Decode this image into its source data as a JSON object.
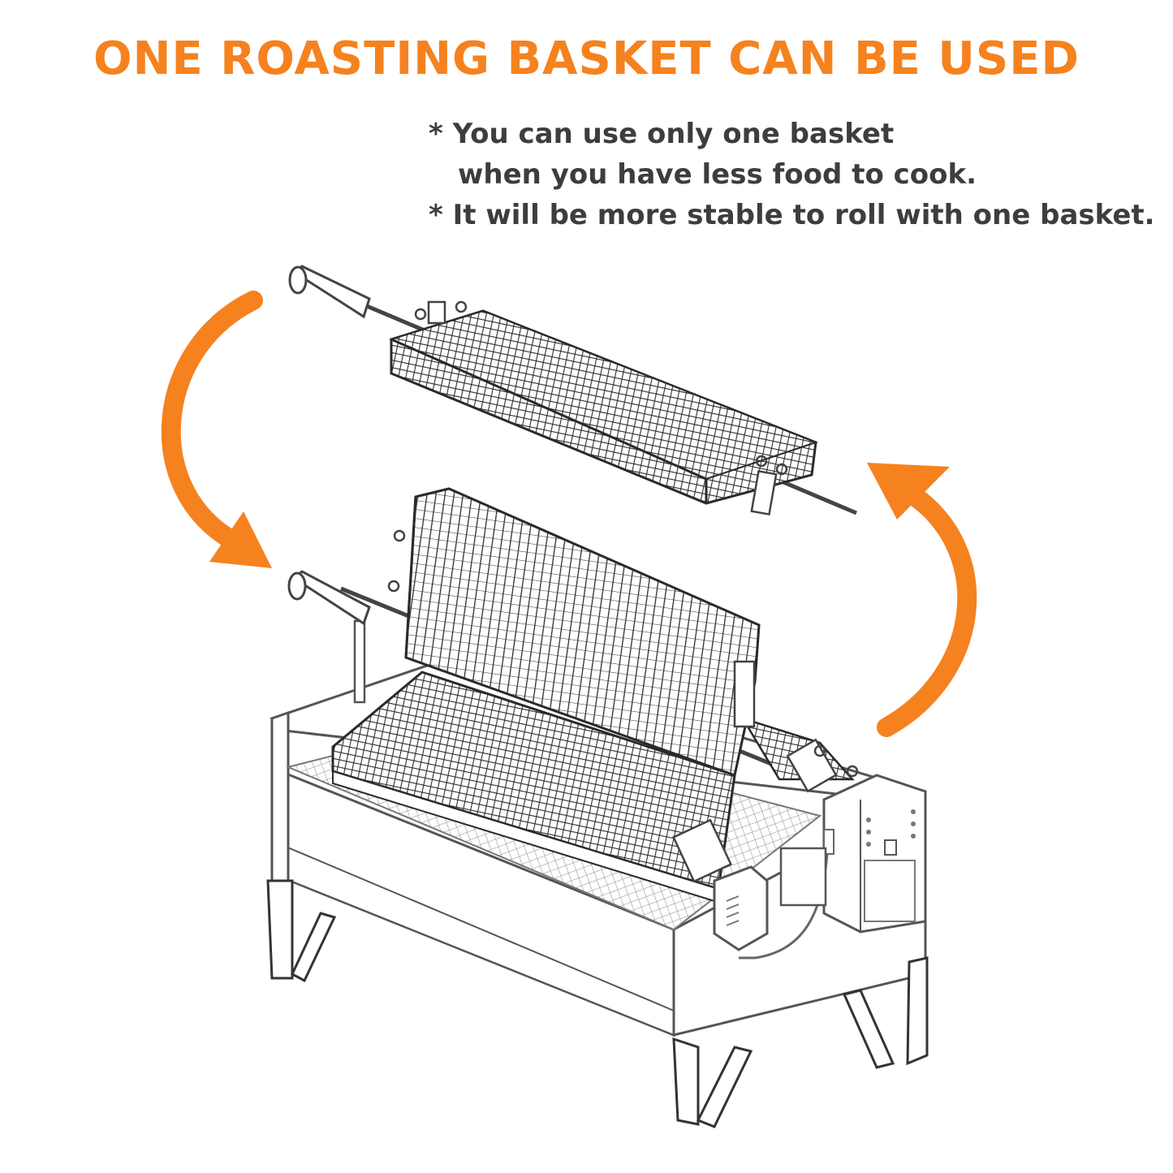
{
  "title": "ONE ROASTING BASKET CAN BE USED",
  "notes": {
    "line1": "* You can use only one basket",
    "line2": "when you have less food to cook.",
    "line3": "* It will be more stable to roll with one basket."
  },
  "colors": {
    "accent": "#F5821F",
    "text": "#3d3d3d",
    "line": "#555555",
    "wire": "#3a3a3a"
  },
  "icons": {
    "arrow_left": "curved-arrow-down-icon",
    "arrow_right": "curved-arrow-up-icon"
  }
}
